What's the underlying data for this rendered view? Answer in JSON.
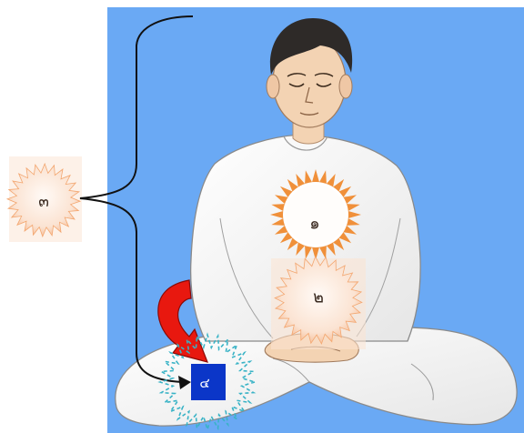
{
  "labels": {
    "center_1": "๑",
    "center_2": "๒",
    "center_3": "๓",
    "center_4": "๔"
  },
  "colors": {
    "background_panel": "#6aa9f4",
    "orange_burst": "#f0903a",
    "soft_burst_edge": "#f3a66f",
    "soft_burst_inner": "#fde9dc",
    "teal_burst": "#39b3c6",
    "blue_square": "#0b36c8",
    "red_arrow": "#e8180f",
    "clothing": "#f3f3f3",
    "skin": "#f3d3b3",
    "hair": "#2e2a28"
  },
  "icons": {
    "figure": "meditating-person",
    "brace": "curly-brace",
    "arrow": "curved-arrow-down"
  }
}
